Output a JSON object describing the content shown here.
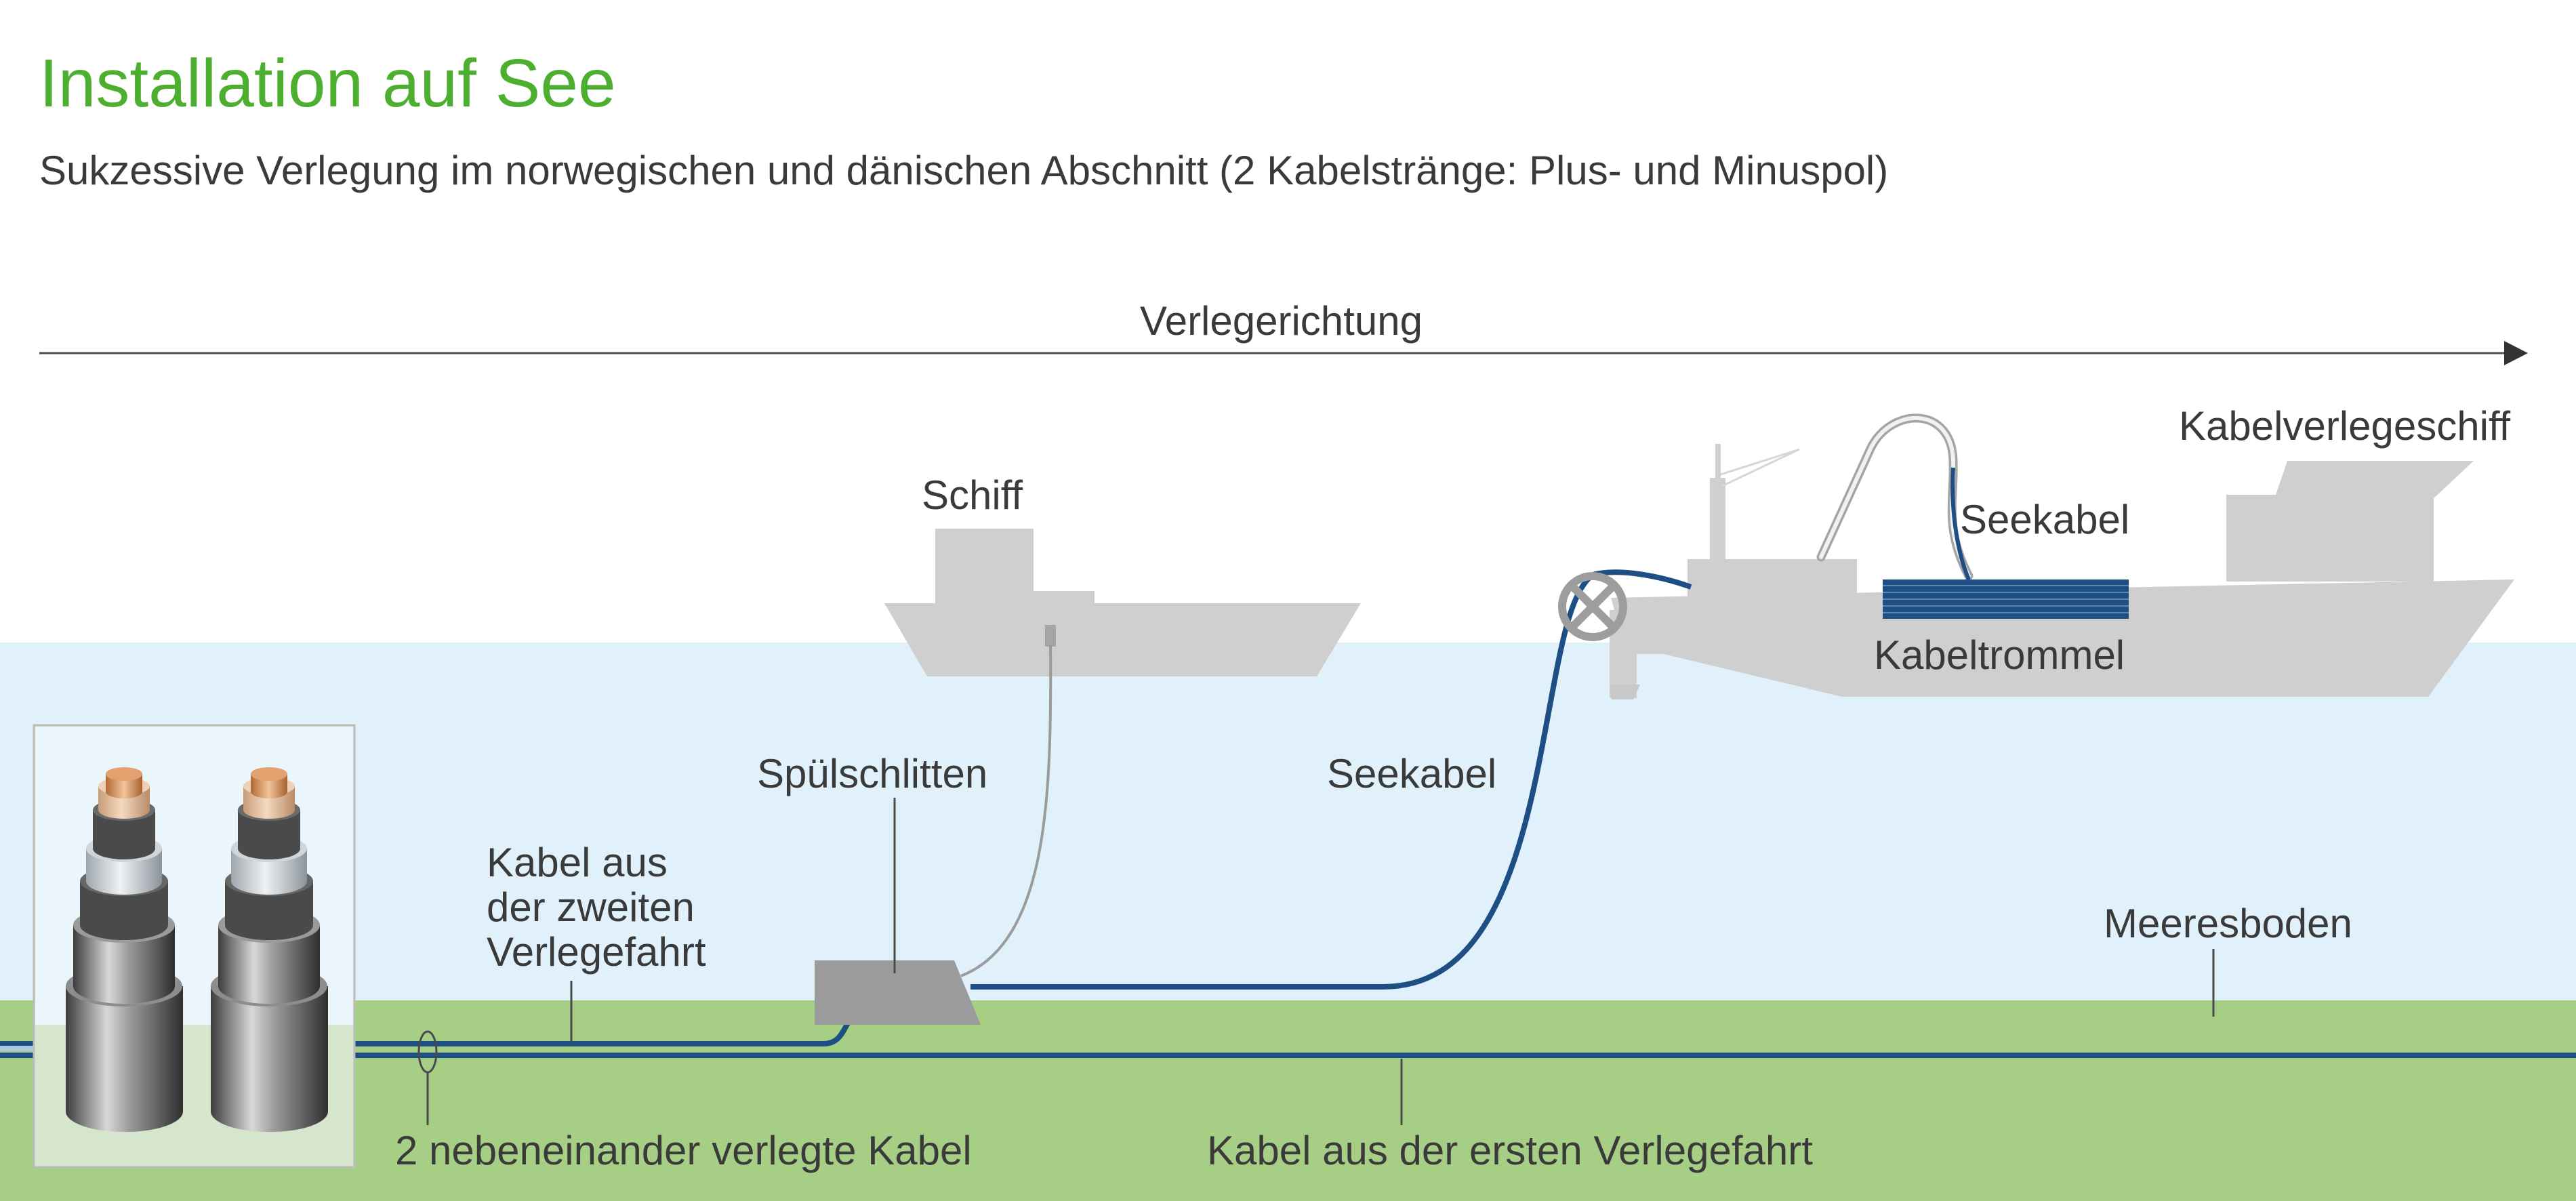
{
  "header": {
    "title": "Installation auf See",
    "subtitle": "Sukzessive Verlegung im norwegischen und dänischen Abschnitt (2 Kabelstränge: Plus- und Minuspol)"
  },
  "direction": {
    "label": "Verlegerichtung"
  },
  "labels": {
    "ship": "Schiff",
    "cable_ship": "Kabelverlegeschiff",
    "seekabel_ship": "Seekabel",
    "kabeltrommel": "Kabeltrommel",
    "spuelschlitten": "Spülschlitten",
    "seekabel_water": "Seekabel",
    "second_run_l1": "Kabel aus",
    "second_run_l2": "der zweiten",
    "second_run_l3": "Verlegefahrt",
    "meeresboden": "Meeresboden",
    "two_cables": "2 nebeneinander verlegte Kabel",
    "first_run": "Kabel aus der ersten Verlegefahrt"
  },
  "colors": {
    "title_green": "#4caf2f",
    "text": "#3a3a3a",
    "water": "#e1f1fb",
    "seabed": "#a6ce85",
    "ship_gray": "#cfcfcf",
    "sled_gray": "#9b9b9b",
    "cable_blue": "#1e4f84",
    "copper": "#d9925c"
  },
  "icons": [
    "cable-cross-section-icon",
    "cable-wheel-icon"
  ]
}
